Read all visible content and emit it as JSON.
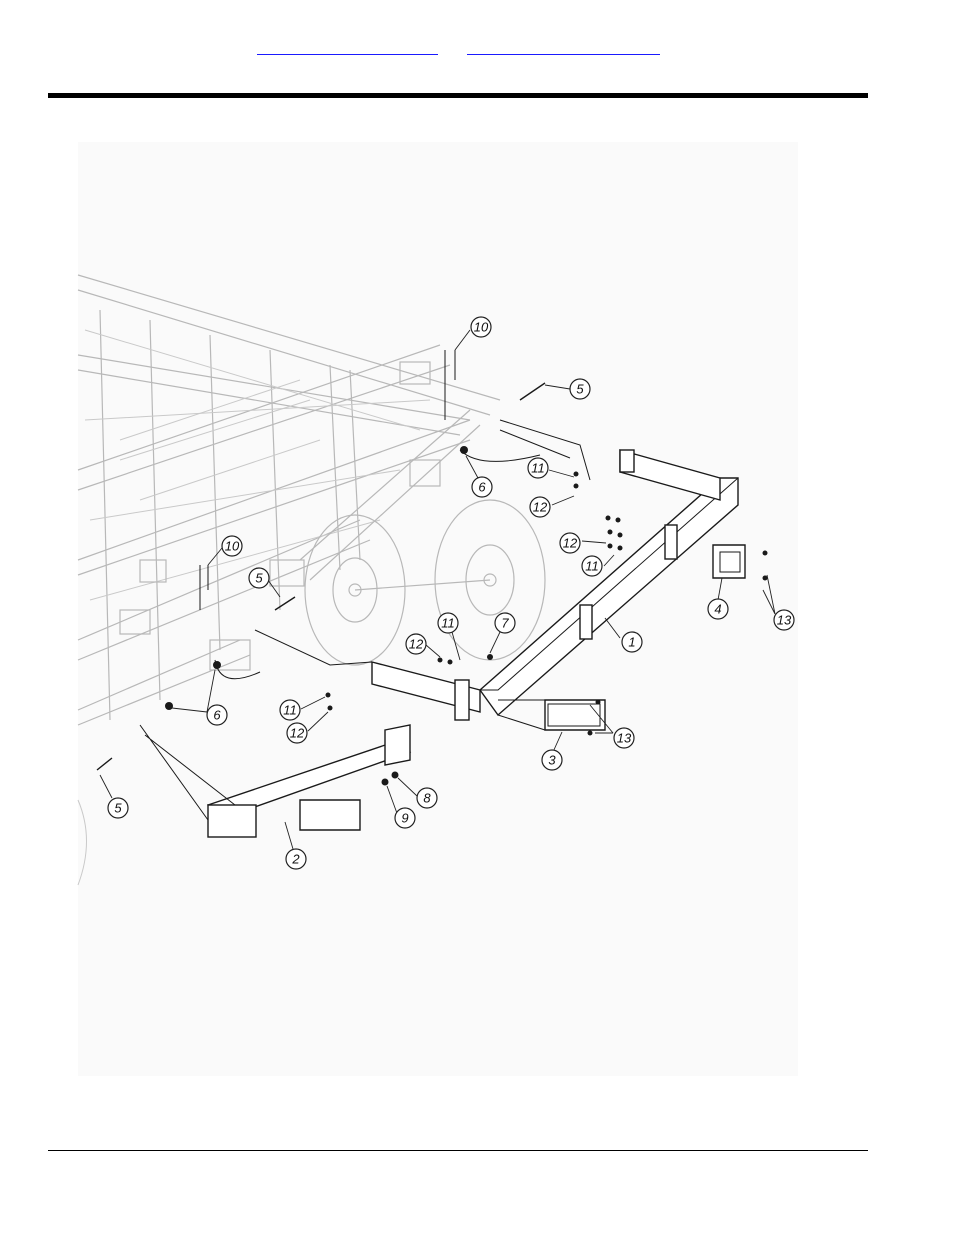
{
  "header": {
    "links": [
      {
        "label": ""
      },
      {
        "label": ""
      }
    ]
  },
  "figure": {
    "callouts": [
      {
        "label": "10"
      },
      {
        "label": "5"
      },
      {
        "label": "6"
      },
      {
        "label": "11"
      },
      {
        "label": "12"
      },
      {
        "label": "12"
      },
      {
        "label": "11"
      },
      {
        "label": "4"
      },
      {
        "label": "13"
      },
      {
        "label": "1"
      },
      {
        "label": "10"
      },
      {
        "label": "5"
      },
      {
        "label": "11"
      },
      {
        "label": "7"
      },
      {
        "label": "12"
      },
      {
        "label": "6"
      },
      {
        "label": "11"
      },
      {
        "label": "12"
      },
      {
        "label": "13"
      },
      {
        "label": "3"
      },
      {
        "label": "5"
      },
      {
        "label": "8"
      },
      {
        "label": "9"
      },
      {
        "label": "2"
      }
    ]
  },
  "colors": {
    "link": "#1a1aff",
    "rule": "#000000",
    "ghost_frame": "#b8b8b8",
    "part_line": "#1a1a1a"
  }
}
